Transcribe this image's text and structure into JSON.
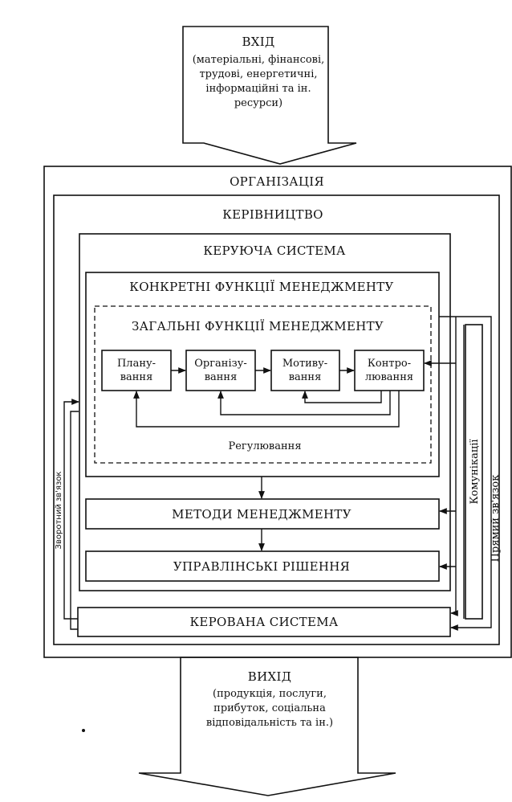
{
  "input": {
    "title": "ВХІД",
    "lines": [
      "(матеріальні, фінансові,",
      "трудові, енергетичні,",
      "інформаційні та ін.",
      "ресурси)"
    ]
  },
  "organization": {
    "title": "ОРГАНІЗАЦІЯ"
  },
  "management": {
    "title": "КЕРІВНИЦТВО"
  },
  "control_system": {
    "title": "КЕРУЮЧА СИСТЕМА"
  },
  "specific_functions": {
    "title": "КОНКРЕТНІ ФУНКЦІЇ МЕНЕДЖМЕНТУ"
  },
  "general_functions": {
    "title": "ЗАГАЛЬНІ ФУНКЦІЇ МЕНЕДЖМЕНТУ",
    "planning": [
      "Плану-",
      "вання"
    ],
    "organizing": [
      "Організу-",
      "вання"
    ],
    "motivation": [
      "Мотиву-",
      "вання"
    ],
    "control": [
      "Контро-",
      "лювання"
    ],
    "regulation": "Регулювання"
  },
  "methods": {
    "title": "МЕТОДИ МЕНЕДЖМЕНТУ"
  },
  "decisions": {
    "title": "УПРАВЛІНСЬКІ РІШЕННЯ"
  },
  "managed_system": {
    "title": "КЕРОВАНА СИСТЕМА"
  },
  "side_labels": {
    "communications": "Комунікації",
    "direct_link": "Прямий зв'язок",
    "feedback": "Зворотний зв'язок"
  },
  "output": {
    "title": "ВИХІД",
    "lines": [
      "(продукція, послуги,",
      "прибуток, соціальна",
      "відповідальність та ін.)"
    ]
  }
}
